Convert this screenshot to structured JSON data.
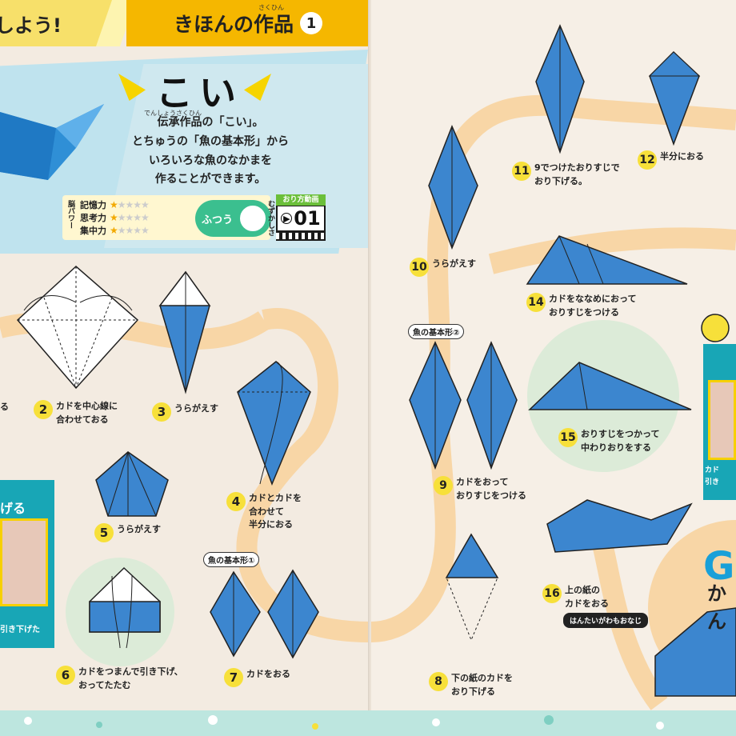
{
  "header": {
    "left_title": "しよう!",
    "right_title": "きほんの作品",
    "right_title_ruby": "さくひん",
    "number": "1"
  },
  "hero": {
    "title": "こい",
    "description_lines": [
      "伝承作品の「こい」。",
      "とちゅうの「魚の基本形」から",
      "いろいろな魚のなかまを",
      "作ることができます。"
    ],
    "description_ruby": "でんしょうさくひん"
  },
  "power": {
    "label": "脳パワー",
    "rows": [
      {
        "name": "記憶力",
        "stars": 1
      },
      {
        "name": "思考力",
        "stars": 1
      },
      {
        "name": "集中力",
        "stars": 1
      }
    ],
    "max_stars": 5
  },
  "difficulty": {
    "label": "むずかしさ",
    "level": "ふつう"
  },
  "video": {
    "label": "おり方動画",
    "number": "01"
  },
  "colors": {
    "accent_yellow": "#f5b700",
    "paper_blue": "#3c86cf",
    "path": "#f8d6a6",
    "green": "#3bbf8f"
  },
  "steps": [
    {
      "num": "2",
      "lines": [
        "カドを中心線に",
        "合わせておる"
      ]
    },
    {
      "num": "3",
      "lines": [
        "うらがえす"
      ]
    },
    {
      "num": "4",
      "lines": [
        "カドとカドを",
        "合わせて",
        "半分におる"
      ]
    },
    {
      "num": "5",
      "lines": [
        "うらがえす"
      ]
    },
    {
      "num": "6",
      "lines": [
        "カドをつまんで引き下げ、",
        "おってたたむ"
      ]
    },
    {
      "num": "7",
      "lines": [
        "カドをおる"
      ]
    },
    {
      "num": "8",
      "lines": [
        "下の紙のカドを",
        "おり下げる"
      ]
    },
    {
      "num": "9",
      "lines": [
        "カドをおって",
        "おりすじをつける"
      ]
    },
    {
      "num": "10",
      "lines": [
        "うらがえす"
      ]
    },
    {
      "num": "11",
      "lines": [
        "9でつけたおりすじで",
        "おり下げる。"
      ]
    },
    {
      "num": "12",
      "lines": [
        "半分におる"
      ]
    },
    {
      "num": "14",
      "lines": [
        "カドをななめにおって",
        "おりすじをつける"
      ]
    },
    {
      "num": "15",
      "lines": [
        "おりすじをつかって",
        "中わりおりをする"
      ]
    },
    {
      "num": "16",
      "lines": [
        "上の紙の",
        "カドをおる"
      ]
    }
  ],
  "sub_labels": {
    "basic1": "魚の基本形①",
    "basic2": "魚の基本形②"
  },
  "badge_16": "はんたいがわもおなじ",
  "left_tip": {
    "title": "げる",
    "caption": "引き下げた"
  },
  "right_tip": {
    "caption_1": "カド",
    "caption_2": "引き"
  },
  "goal": {
    "text": "GO",
    "sub": "かん"
  },
  "left_partial": [
    "る"
  ]
}
